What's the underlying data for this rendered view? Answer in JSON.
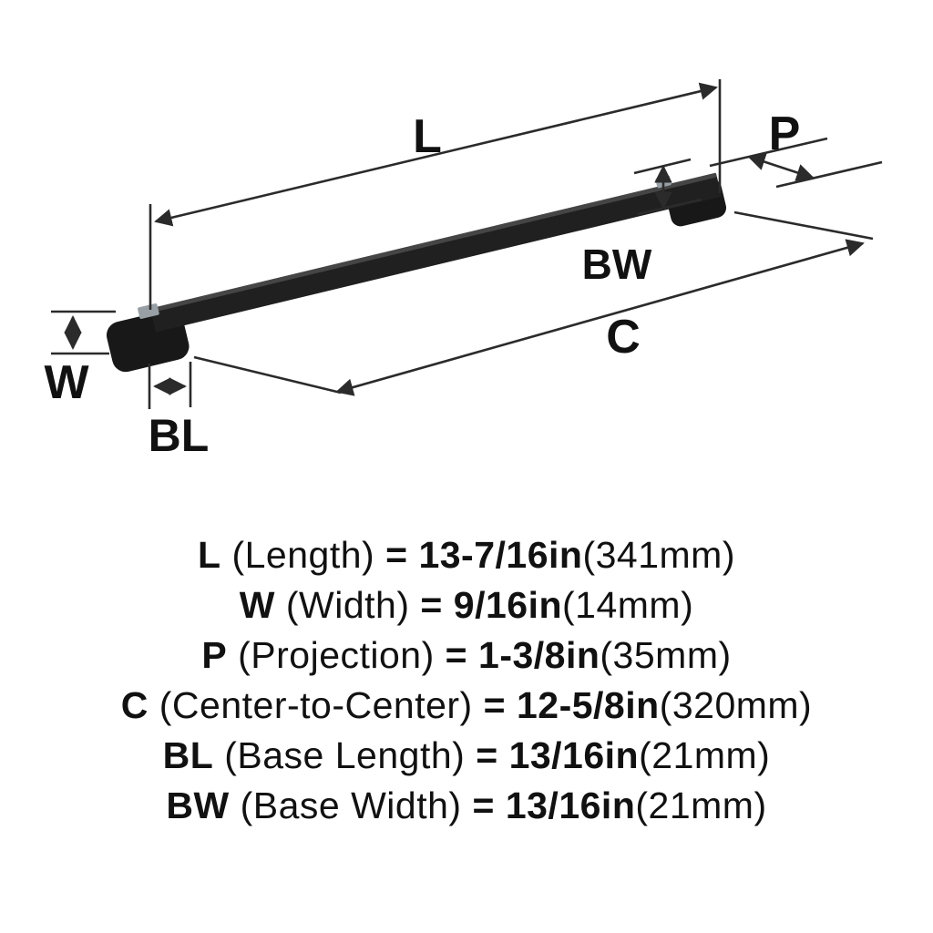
{
  "diagram": {
    "labels": {
      "L": "L",
      "P": "P",
      "BW": "BW",
      "C": "C",
      "W": "W",
      "BL": "BL"
    },
    "colors": {
      "handle": "#202020",
      "handle_highlight": "#454545",
      "foot": "#181818",
      "accent_gray": "#98a0a6",
      "line": "#2b2b2b",
      "label": "#111111"
    }
  },
  "legend": {
    "rows": [
      {
        "abbr": "L",
        "name": "(Length)",
        "eq": "=",
        "value": "13-7/16in",
        "metric": "(341mm)"
      },
      {
        "abbr": "W",
        "name": "(Width)",
        "eq": "=",
        "value": "9/16in",
        "metric": "(14mm)"
      },
      {
        "abbr": "P",
        "name": "(Projection)",
        "eq": "=",
        "value": "1-3/8in",
        "metric": "(35mm)"
      },
      {
        "abbr": "C",
        "name": "(Center-to-Center)",
        "eq": "=",
        "value": "12-5/8in",
        "metric": "(320mm)"
      },
      {
        "abbr": "BL",
        "name": "(Base Length)",
        "eq": "=",
        "value": "13/16in",
        "metric": "(21mm)"
      },
      {
        "abbr": "BW",
        "name": "(Base Width)",
        "eq": "=",
        "value": "13/16in",
        "metric": "(21mm)"
      }
    ]
  }
}
